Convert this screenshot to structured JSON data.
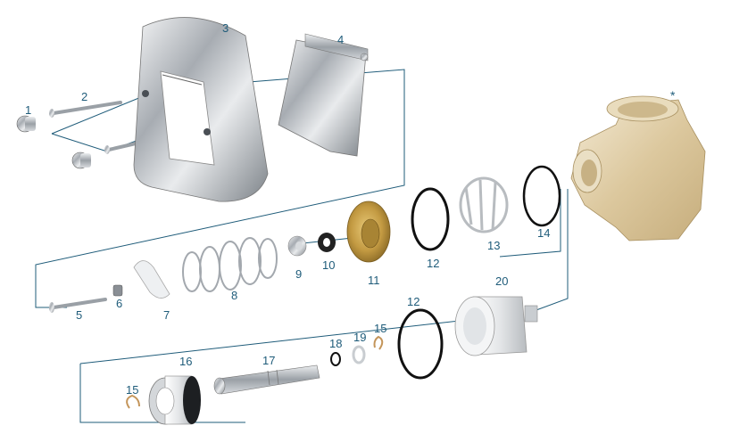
{
  "diagram": {
    "description_type": "exploded-parts-view",
    "accent_color": "#1f5c7a",
    "metal_color": "#b9bdc2",
    "brass_color": "#c9a04a",
    "body_color": "#e3d3b0",
    "parts": [
      {
        "id": "1",
        "label": "1"
      },
      {
        "id": "2",
        "label": "2"
      },
      {
        "id": "3",
        "label": "3"
      },
      {
        "id": "4",
        "label": "4"
      },
      {
        "id": "5",
        "label": "5"
      },
      {
        "id": "6",
        "label": "6"
      },
      {
        "id": "7",
        "label": "7"
      },
      {
        "id": "8",
        "label": "8"
      },
      {
        "id": "9",
        "label": "9"
      },
      {
        "id": "10",
        "label": "10"
      },
      {
        "id": "11",
        "label": "11"
      },
      {
        "id": "12a",
        "label": "12"
      },
      {
        "id": "13",
        "label": "13"
      },
      {
        "id": "14",
        "label": "14"
      },
      {
        "id": "12b",
        "label": "12"
      },
      {
        "id": "20",
        "label": "20"
      },
      {
        "id": "15a",
        "label": "15"
      },
      {
        "id": "16",
        "label": "16"
      },
      {
        "id": "17",
        "label": "17"
      },
      {
        "id": "18",
        "label": "18"
      },
      {
        "id": "19",
        "label": "19"
      },
      {
        "id": "15b",
        "label": "15"
      },
      {
        "id": "body",
        "label": "*"
      }
    ]
  }
}
